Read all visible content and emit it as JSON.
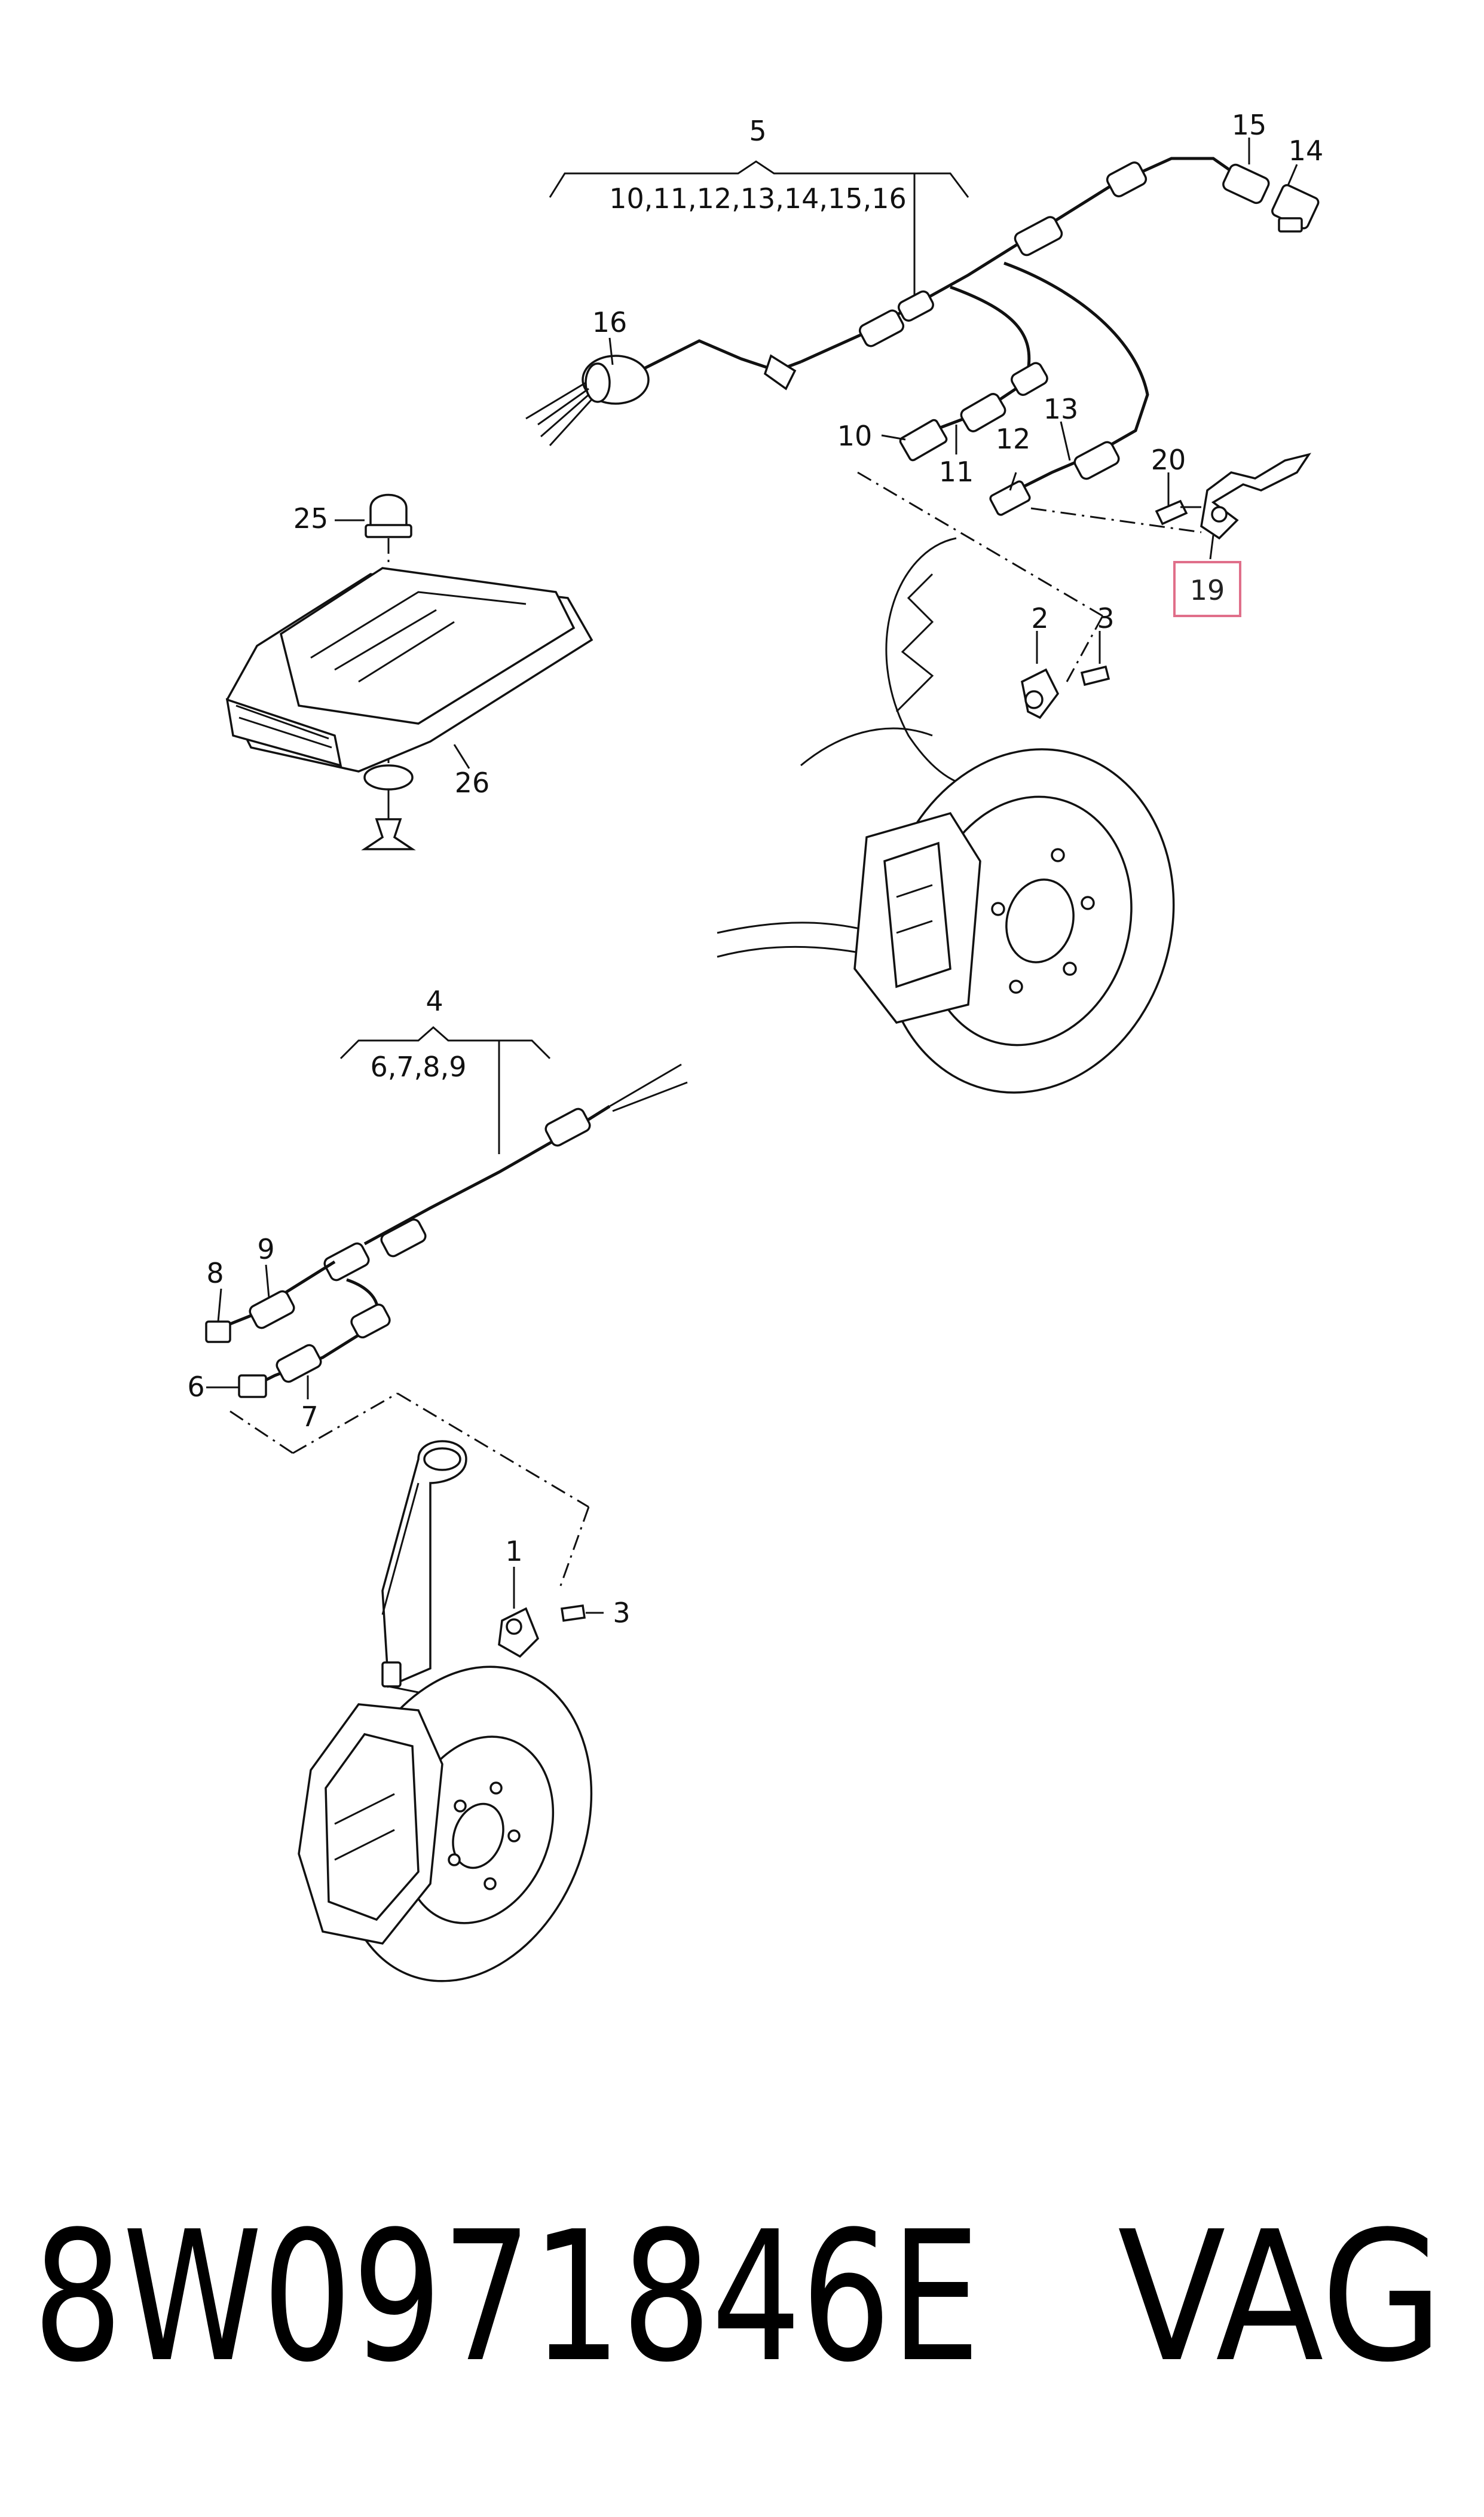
{
  "diagram": {
    "group_labels": {
      "rear_harness": {
        "number": "5",
        "members": "10,11,12,13,14,15,16"
      },
      "front_harness": {
        "number": "4",
        "members": "6,7,8,9"
      }
    },
    "callouts": {
      "c1": "1",
      "c2": "2",
      "c3a": "3",
      "c3b": "3",
      "c6": "6",
      "c7": "7",
      "c8": "8",
      "c9": "9",
      "c10": "10",
      "c11": "11",
      "c12": "12",
      "c13": "13",
      "c14": "14",
      "c15": "15",
      "c16": "16",
      "c19": "19",
      "c20": "20",
      "c25": "25",
      "c26": "26"
    },
    "highlighted_part": "19",
    "colors": {
      "highlight_border": "#e06f8a",
      "line": "#111111",
      "background": "#ffffff"
    }
  },
  "footer": {
    "part_number": "8W0971846E",
    "brand": "VAG"
  }
}
